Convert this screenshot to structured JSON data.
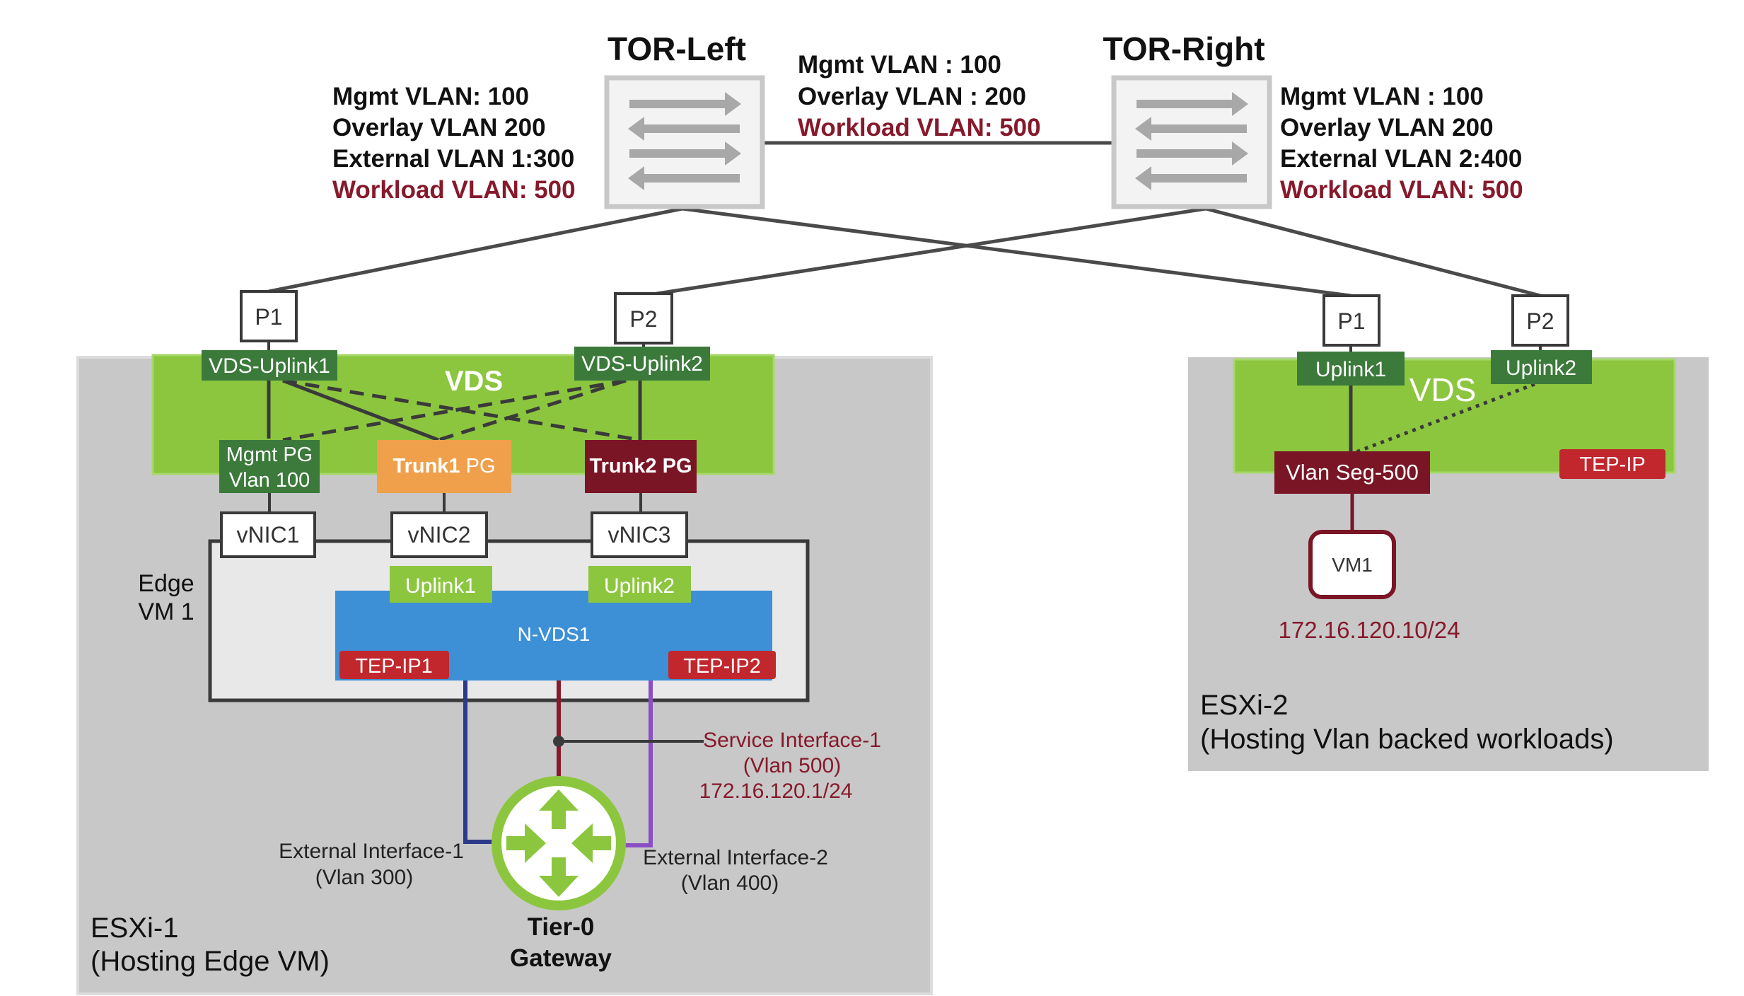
{
  "colors": {
    "green": "#8cc63f",
    "dark_green": "#3c7a3b",
    "maroon": "#7a1526",
    "red": "#c1272d",
    "orange": "#f0a04b",
    "blue": "#3d8fd6",
    "gray": "#c8c8c8",
    "navy": "#2c3a8a",
    "purple": "#8b4fc4",
    "text_red": "#86192b"
  },
  "tor_left": {
    "title": "TOR-Left",
    "lines": [
      "Mgmt VLAN: 100",
      "Overlay VLAN 200",
      "External VLAN 1:300",
      "Workload VLAN: 500"
    ]
  },
  "tor_right": {
    "title": "TOR-Right",
    "lines": [
      "Mgmt VLAN : 100",
      "Overlay VLAN 200",
      "External VLAN 2:400",
      "Workload VLAN: 500"
    ]
  },
  "inter_tor": {
    "lines": [
      "Mgmt VLAN : 100",
      "Overlay VLAN : 200",
      "Workload VLAN: 500"
    ]
  },
  "esxi1": {
    "label_line1": "ESXi-1",
    "label_line2": "(Hosting Edge VM)",
    "p1": "P1",
    "p2": "P2",
    "vds": "VDS",
    "uplink1": "VDS-Uplink1",
    "uplink2": "VDS-Uplink2",
    "mgmt_pg_line1": "Mgmt PG",
    "mgmt_pg_line2": "Vlan 100",
    "trunk1_bold": "Trunk1",
    "trunk1_rest": "PG",
    "trunk2": "Trunk2 PG",
    "vnic1": "vNIC1",
    "vnic2": "vNIC2",
    "vnic3": "vNIC3",
    "edge_line1": "Edge",
    "edge_line2": "VM 1",
    "nvds_uplink1": "Uplink1",
    "nvds_uplink2": "Uplink2",
    "nvds": "N-VDS1",
    "tep1": "TEP-IP1",
    "tep2": "TEP-IP2",
    "service_if": [
      "Service Interface-1",
      "(Vlan 500)",
      "172.16.120.1/24"
    ],
    "ext_if1": [
      "External  Interface-1",
      "(Vlan 300)"
    ],
    "ext_if2": [
      "External Interface-2",
      "(Vlan 400)"
    ],
    "gateway_line1": "Tier-0",
    "gateway_line2": "Gateway"
  },
  "esxi2": {
    "label_line1": "ESXi-2",
    "label_line2": "(Hosting Vlan backed workloads)",
    "p1": "P1",
    "p2": "P2",
    "vds": "VDS",
    "uplink1": "Uplink1",
    "uplink2": "Uplink2",
    "segment": "Vlan Seg-500",
    "tep": "TEP-IP",
    "vm": "VM1",
    "vm_ip": "172.16.120.10/24"
  }
}
